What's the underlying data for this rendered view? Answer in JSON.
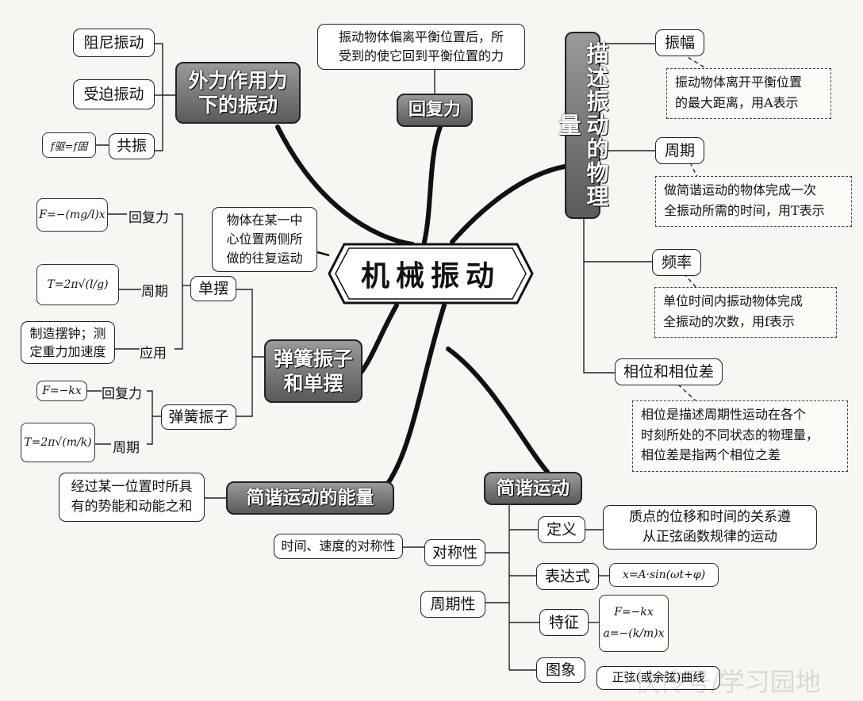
{
  "center": "机械振动",
  "branches": {
    "external": [
      "外力作用力",
      "下的振动"
    ],
    "restoring": "回复力",
    "describe": "描述振动的物理量",
    "spring_pendulum": [
      "弹簧振子",
      "和单摆"
    ],
    "energy": "简谐运动的能量",
    "shm": "简谐运动"
  },
  "external_items": {
    "damped": "阻尼振动",
    "forced": "受迫振动",
    "resonance": "共振",
    "resonance_formula": "f驱=f固"
  },
  "restoring_def": [
    "振动物体偏离平衡位置后，所",
    "受到的使它回到平衡位置的力"
  ],
  "oscillation_def": [
    "物体在某一中",
    "心位置两侧所",
    "做的往复运动"
  ],
  "quantities": {
    "amplitude": "振幅",
    "amplitude_def": [
      "振动物体离开平衡位置",
      "的最大距离，用A表示"
    ],
    "period": "周期",
    "period_def": [
      "做简谐运动的物体完成一次",
      "全振动所需的时间，用T表示"
    ],
    "frequency": "频率",
    "frequency_def": [
      "单位时间内振动物体完成",
      "全振动的次数，用f表示"
    ],
    "phase": "相位和相位差",
    "phase_def": [
      "相位是描述周期性运动在各个",
      "时刻所处的不同状态的物理量，",
      "相位差是指两个相位之差"
    ]
  },
  "pendulum": {
    "label": "单摆",
    "restoring": "回复力",
    "restoring_formula": "F=−(mg/l)x",
    "period": "周期",
    "period_formula": "T=2π√(l/g)",
    "application": "应用",
    "application_text": [
      "制造摆钟；测",
      "定重力加速度"
    ]
  },
  "spring": {
    "label": "弹簧振子",
    "restoring": "回复力",
    "restoring_formula": "F=−kx",
    "period": "周期",
    "period_formula": "T=2π√(m/k)"
  },
  "energy_def": [
    "经过某一位置时所具",
    "有的势能和动能之和"
  ],
  "shm_items": {
    "definition": "定义",
    "definition_text": [
      "质点的位移和时间的关系遵",
      "从正弦函数规律的运动"
    ],
    "expression": "表达式",
    "expression_formula": "x=A·sin(ωt+φ)",
    "feature": "特征",
    "feature_formula1": "F=−kx",
    "feature_formula2": "a=−(k/m)x",
    "image": "图象",
    "image_text": "正弦(或余弦)曲线",
    "symmetry": "对称性",
    "symmetry_text": "时间、速度的对称性",
    "periodicity": "周期性"
  },
  "watermark": "快传号/学习园地"
}
